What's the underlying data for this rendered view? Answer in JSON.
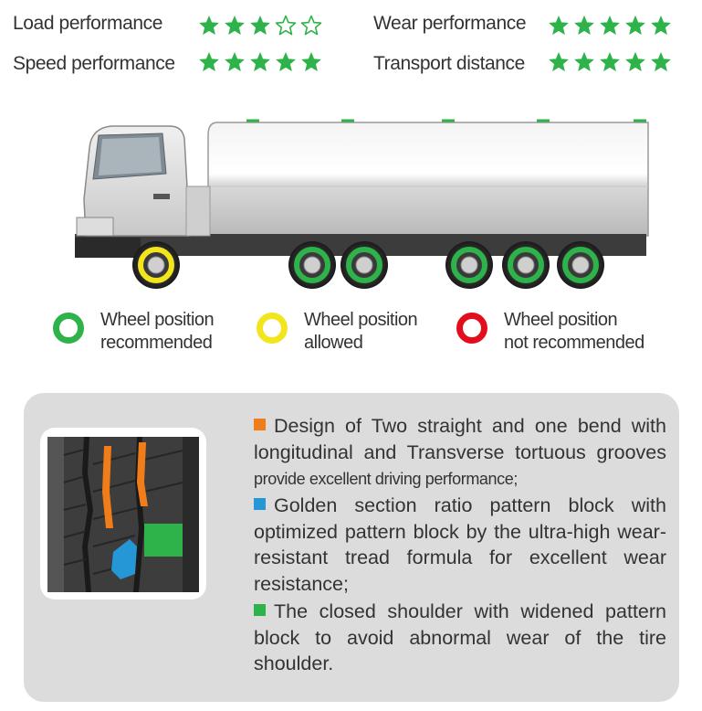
{
  "ratings": [
    {
      "label": "Load performance",
      "stars": 3,
      "max": 5
    },
    {
      "label": "Wear performance",
      "stars": 5,
      "max": 5
    },
    {
      "label": "Speed performance",
      "stars": 5,
      "max": 5
    },
    {
      "label": "Transport distance",
      "stars": 5,
      "max": 5
    }
  ],
  "legend": [
    {
      "line1": "Wheel position",
      "line2": "recommended",
      "color": "#2db34a"
    },
    {
      "line1": "Wheel position",
      "line2": "allowed",
      "color": "#f2e51c"
    },
    {
      "line1": "Wheel position",
      "line2": "not recommended",
      "color": "#e30e1d"
    }
  ],
  "features": [
    {
      "color": "#f07d1a",
      "text": "Design of Two straight and one bend with longitudinal and Transverse tortuous grooves",
      "text_small": "provide excellent driving performance;"
    },
    {
      "color": "#2596d6",
      "text": "Golden section ratio pattern block with optimized pattern block by the ultra-high wear-resistant tread formula for excellent wear resistance;"
    },
    {
      "color": "#2db34a",
      "text": "The closed shoulder with widened pattern block to avoid abnormal wear of the tire shoulder."
    }
  ],
  "colors": {
    "star": "#2db34a",
    "recommended": "#2db34a",
    "allowed": "#f2e51c",
    "not_recommended": "#e30e1d",
    "panel": "#dcdcdc"
  },
  "icons": [
    "star-filled-icon",
    "star-outline-icon",
    "truck-illustration",
    "tire-tread-illustration"
  ]
}
